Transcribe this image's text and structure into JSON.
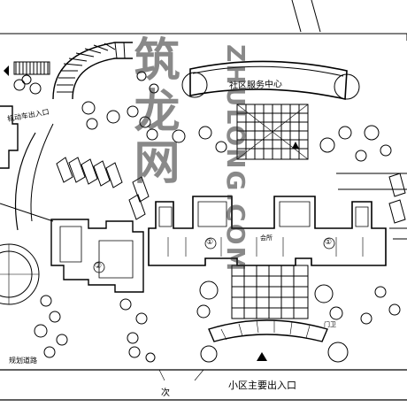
{
  "labels": {
    "service_center": "社区服务中心",
    "vehicle_entrance": "机动车出入口",
    "main_entrance": "小区主要出入口",
    "planned_road": "规划道路",
    "road_mark": "次",
    "gate_house": "门卫",
    "unit_1a": "①",
    "unit_1b": "①",
    "unit_2": "②",
    "note_tag": "会所"
  },
  "watermark": {
    "line1": "筑龙网",
    "line2": "ZHULONG.COM"
  },
  "colors": {
    "line": "#000000",
    "watermark": "#3a3a3a",
    "background": "#ffffff"
  }
}
